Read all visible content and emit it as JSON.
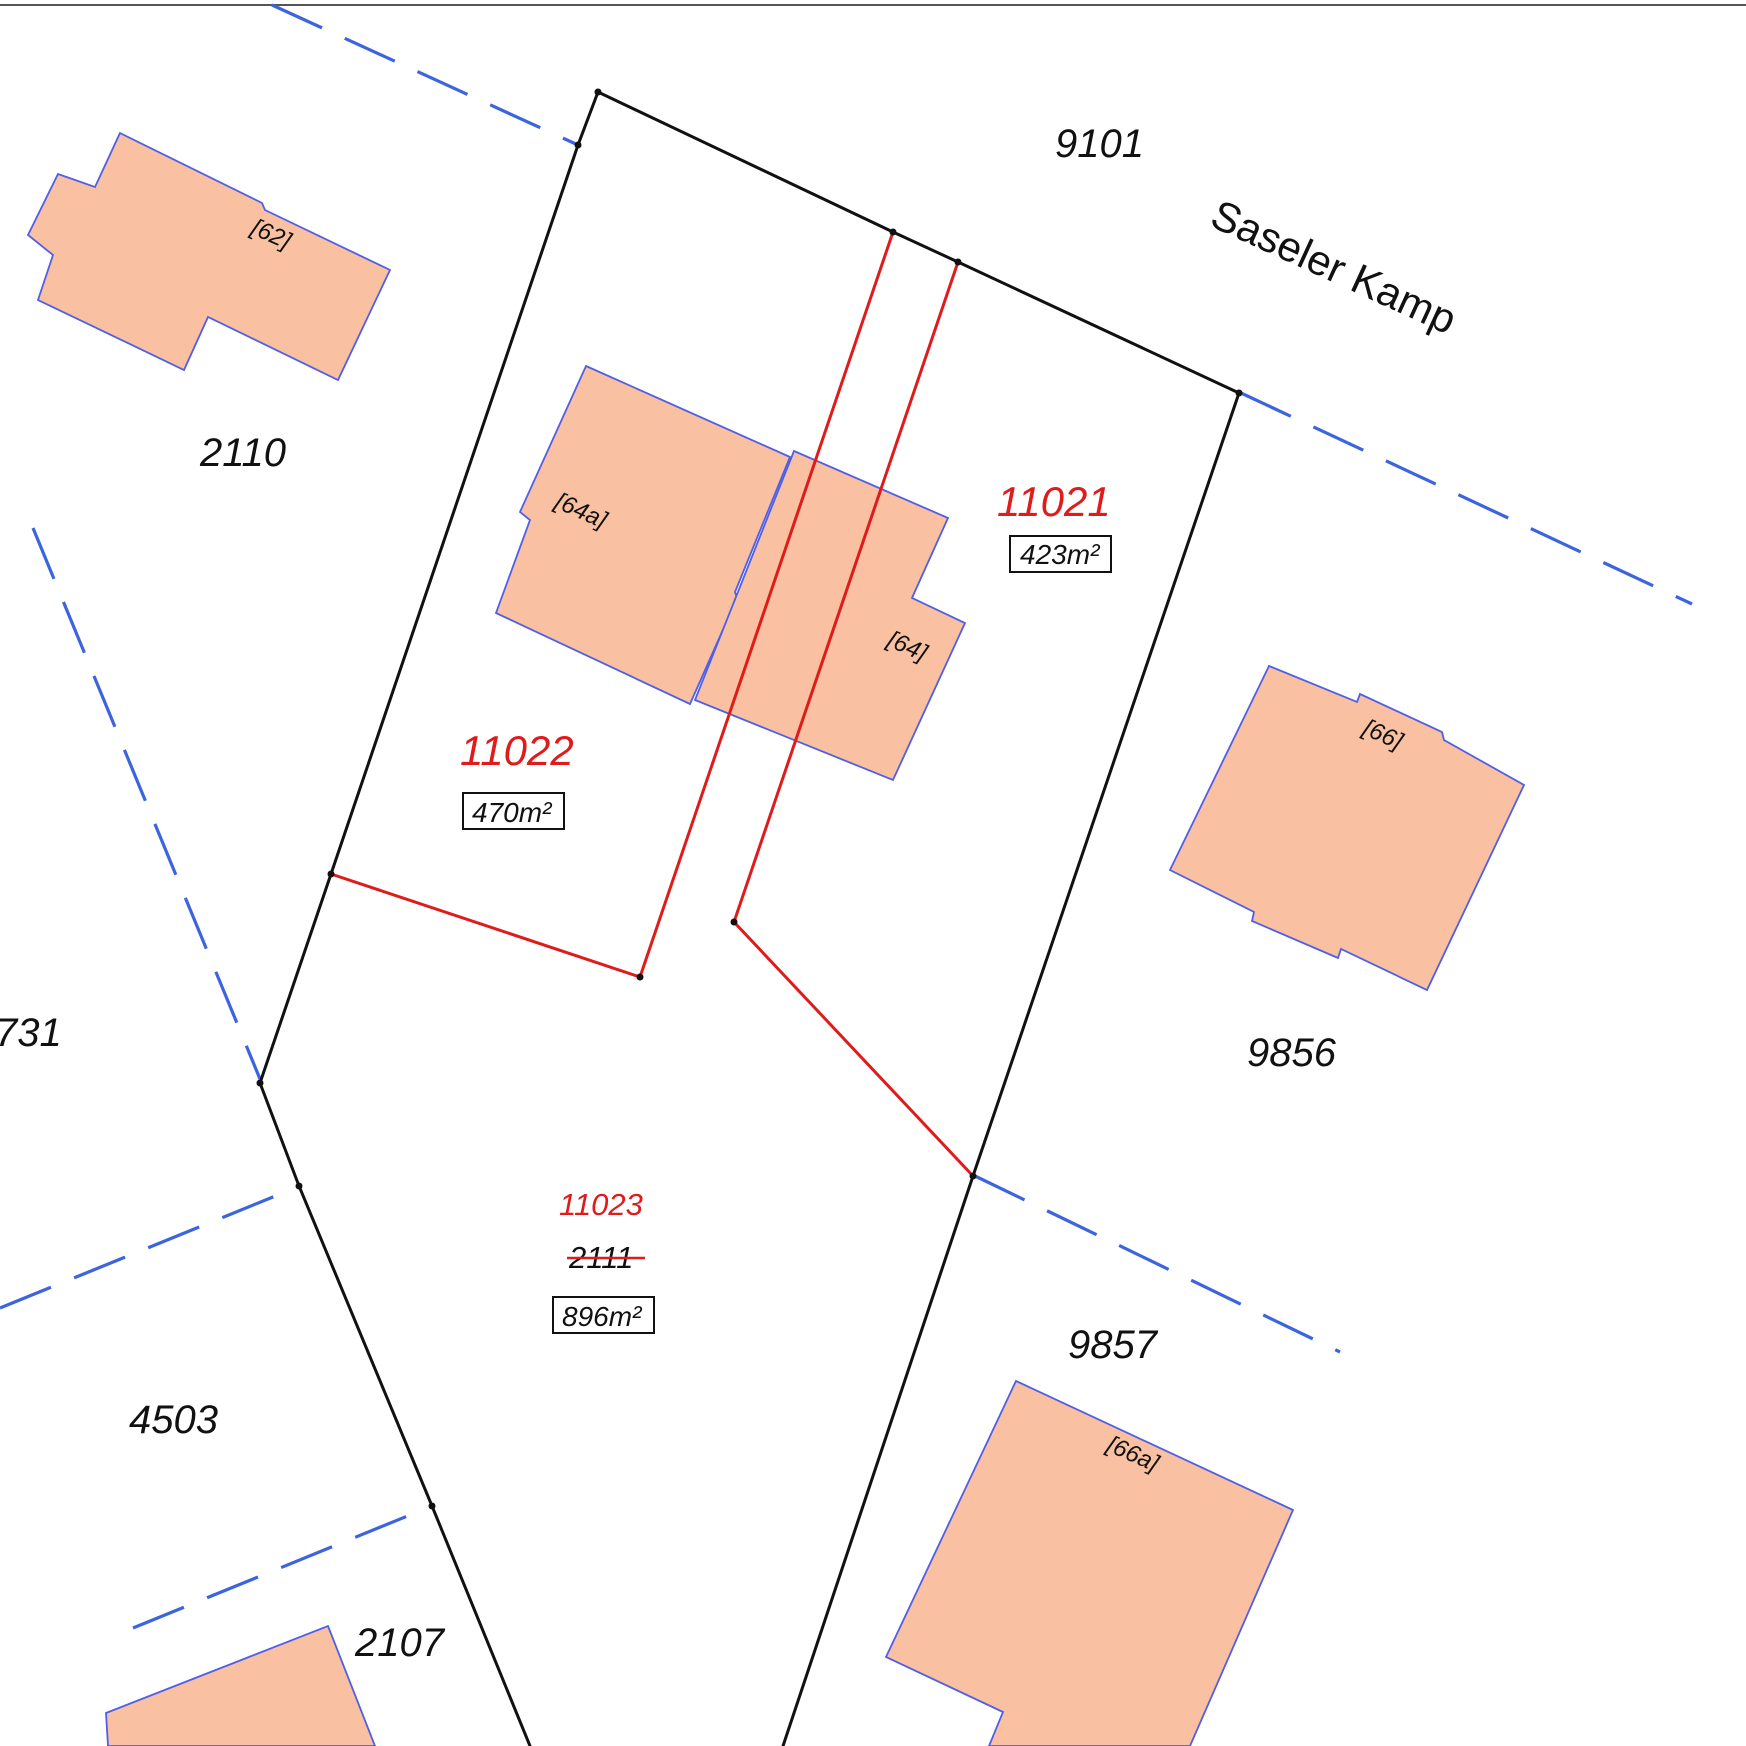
{
  "colors": {
    "building_fill": "#f9c0a1",
    "building_stroke": "#4f5fe6",
    "boundary": "#111111",
    "new_boundary": "#e01b1b",
    "dashed_boundary": "#3c64de",
    "new_parcel_text": "#e01b1b"
  },
  "street": {
    "name": "Saseler Kamp"
  },
  "parcels": {
    "p9101": "9101",
    "p2110": "2110",
    "p731": "731",
    "p9856": "9856",
    "p9857": "9857",
    "p4503": "4503",
    "p2107": "2107"
  },
  "new_parcels": {
    "n11021": {
      "number": "11021",
      "area": "423m²"
    },
    "n11022": {
      "number": "11022",
      "area": "470m²"
    },
    "n11023": {
      "number": "11023",
      "old_number": "2111",
      "area": "896m²"
    }
  },
  "houses": {
    "h62": "[62]",
    "h64a": "[64a]",
    "h64": "[64]",
    "h66": "[66]",
    "h66a": "[66a]"
  }
}
